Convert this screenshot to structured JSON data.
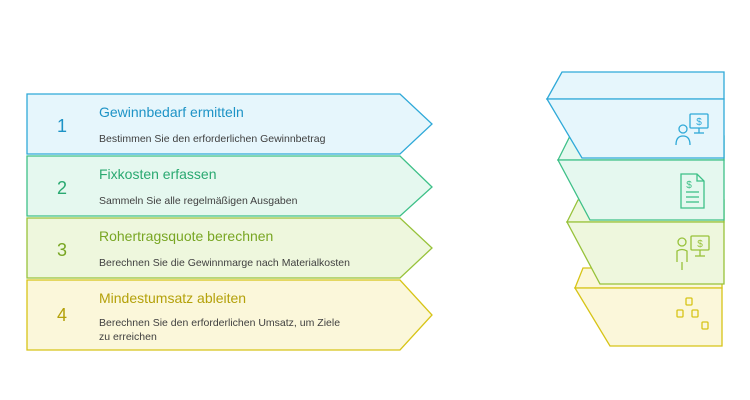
{
  "steps": [
    {
      "number": "1",
      "title": "Gewinnbedarf ermitteln",
      "description": "Bestimmen Sie den erforderlichen Gewinnbetrag",
      "icon": "person-dollar-monitor-icon"
    },
    {
      "number": "2",
      "title": "Fixkosten erfassen",
      "description": "Sammeln Sie alle regelmäßigen Ausgaben",
      "icon": "dollar-document-icon"
    },
    {
      "number": "3",
      "title": "Rohertragsquote berechnen",
      "description": "Berechnen Sie die Gewinnmarge nach Materialkosten",
      "icon": "person-dollar-chart-icon"
    },
    {
      "number": "4",
      "title": "Mindestumsatz ableiten",
      "description": "Berechnen Sie den erforderlichen Umsatz, um Ziele zu erreichen",
      "icon": "blocks-icon"
    }
  ],
  "colors": {
    "step1": {
      "fill": "#e6f6fc",
      "stroke": "#2fa9d8",
      "text": "#1d93c6"
    },
    "step2": {
      "fill": "#e5f8ef",
      "stroke": "#3ec088",
      "text": "#2aa971"
    },
    "step3": {
      "fill": "#eef7dd",
      "stroke": "#97c23a",
      "text": "#78a623"
    },
    "step4": {
      "fill": "#fbf7da",
      "stroke": "#d7c417",
      "text": "#b4a10a"
    },
    "description_text": "#404040"
  }
}
